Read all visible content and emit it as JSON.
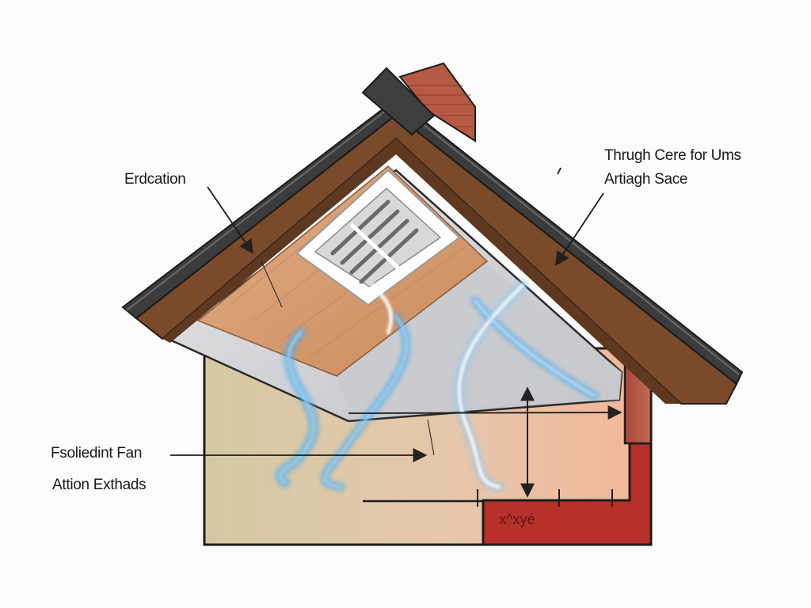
{
  "labels": {
    "top_left": "Erdcation",
    "top_right_line1": "Thrugh Cere for Ums",
    "top_right_line2": "Artiagh Sace",
    "left_line1": "Fsoliedint Fan",
    "left_line2": "Attion Exthads",
    "floor_mark": "x^xyé"
  },
  "colors": {
    "shingle": "#3c3c3c",
    "fascia": "#7a4a2a",
    "wood": "#d9a47c",
    "brick": "#b55a45",
    "wall": "#d6c9a0",
    "interior": "#f0b89a",
    "floor_red": "#b82e26",
    "vent": "#ffffff",
    "smoke": "#6fb4e6"
  }
}
